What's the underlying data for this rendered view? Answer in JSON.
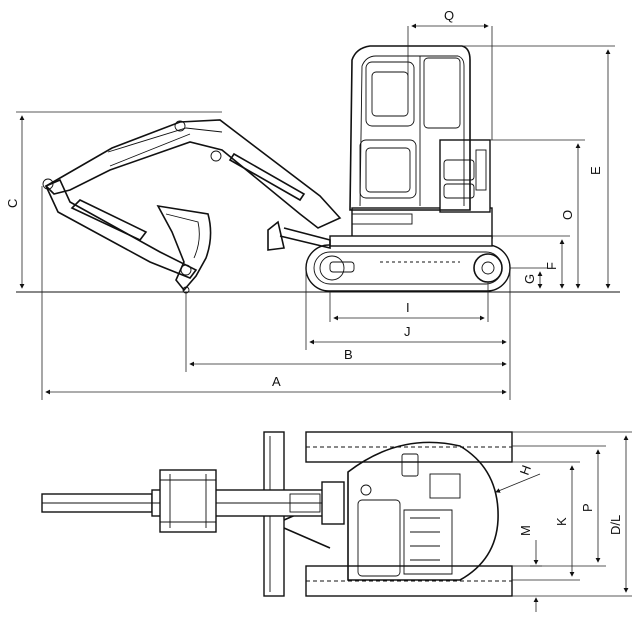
{
  "labels": {
    "A": "A",
    "B": "B",
    "C": "C",
    "D_L": "D/L",
    "E": "E",
    "F": "F",
    "G": "G",
    "H": "H",
    "I": "I",
    "J": "J",
    "K": "K",
    "M": "M",
    "O": "O",
    "P": "P",
    "Q": "Q"
  },
  "colors": {
    "line": "#111111",
    "background": "#ffffff"
  }
}
